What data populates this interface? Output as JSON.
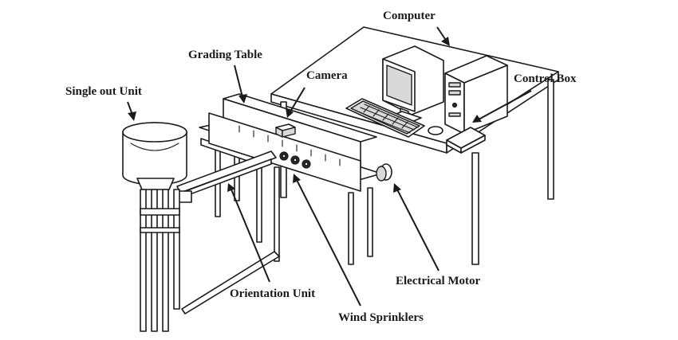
{
  "labels": {
    "computer": "Computer",
    "grading_table": "Grading Table",
    "camera": "Camera",
    "control_box": "Control Box",
    "single_out_unit": "Single out Unit",
    "electrical_motor": "Electrical Motor",
    "orientation_unit": "Orientation Unit",
    "wind_sprinklers": "Wind Sprinklers"
  }
}
